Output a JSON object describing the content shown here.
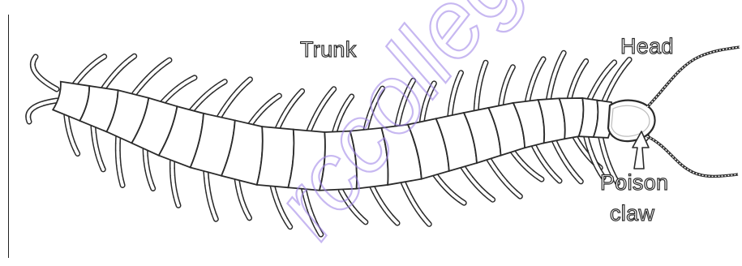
{
  "diagram": {
    "labels": {
      "trunk": "Trunk",
      "head": "Head",
      "poison": "Poison",
      "claw": "claw"
    },
    "watermark_text": "rccollege of",
    "colors": {
      "outline": "#2a2a2a",
      "body_fill": "#ffffff",
      "shading": "#cfcfcf",
      "watermark": "#9b7fe6"
    }
  }
}
